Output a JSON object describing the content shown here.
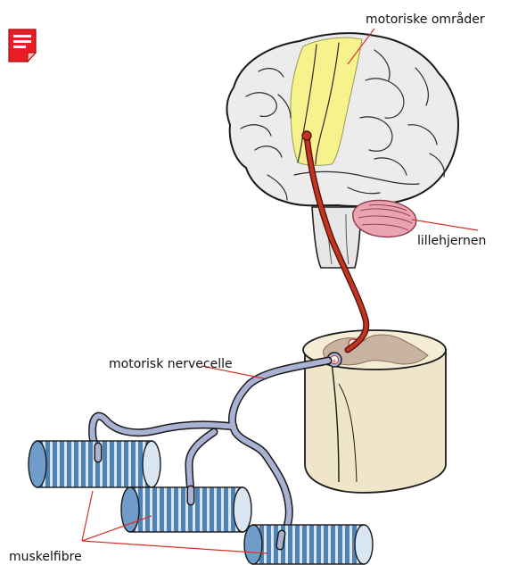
{
  "labels": {
    "motor_areas": "motoriske områder",
    "cerebellum": "lillehjernen",
    "motor_neuron": "motorisk nervecelle",
    "muscle_fibres": "muskelfibre",
    "plus_sign": "+"
  },
  "icons": {
    "document": "document-icon"
  },
  "colors": {
    "brain_fill": "#ececec",
    "motor_area": "#f6f28c",
    "nerve_fiber": "#c1361f",
    "cerebellum": "#eaa3b0",
    "spinal_cord": "#efe5c8",
    "grey_matter": "#c9b4a4",
    "motor_neuron": "#a9b2d3",
    "muscle": "#4f83b6",
    "label_line": "#d6332b",
    "icon_red": "#ea1d24"
  }
}
